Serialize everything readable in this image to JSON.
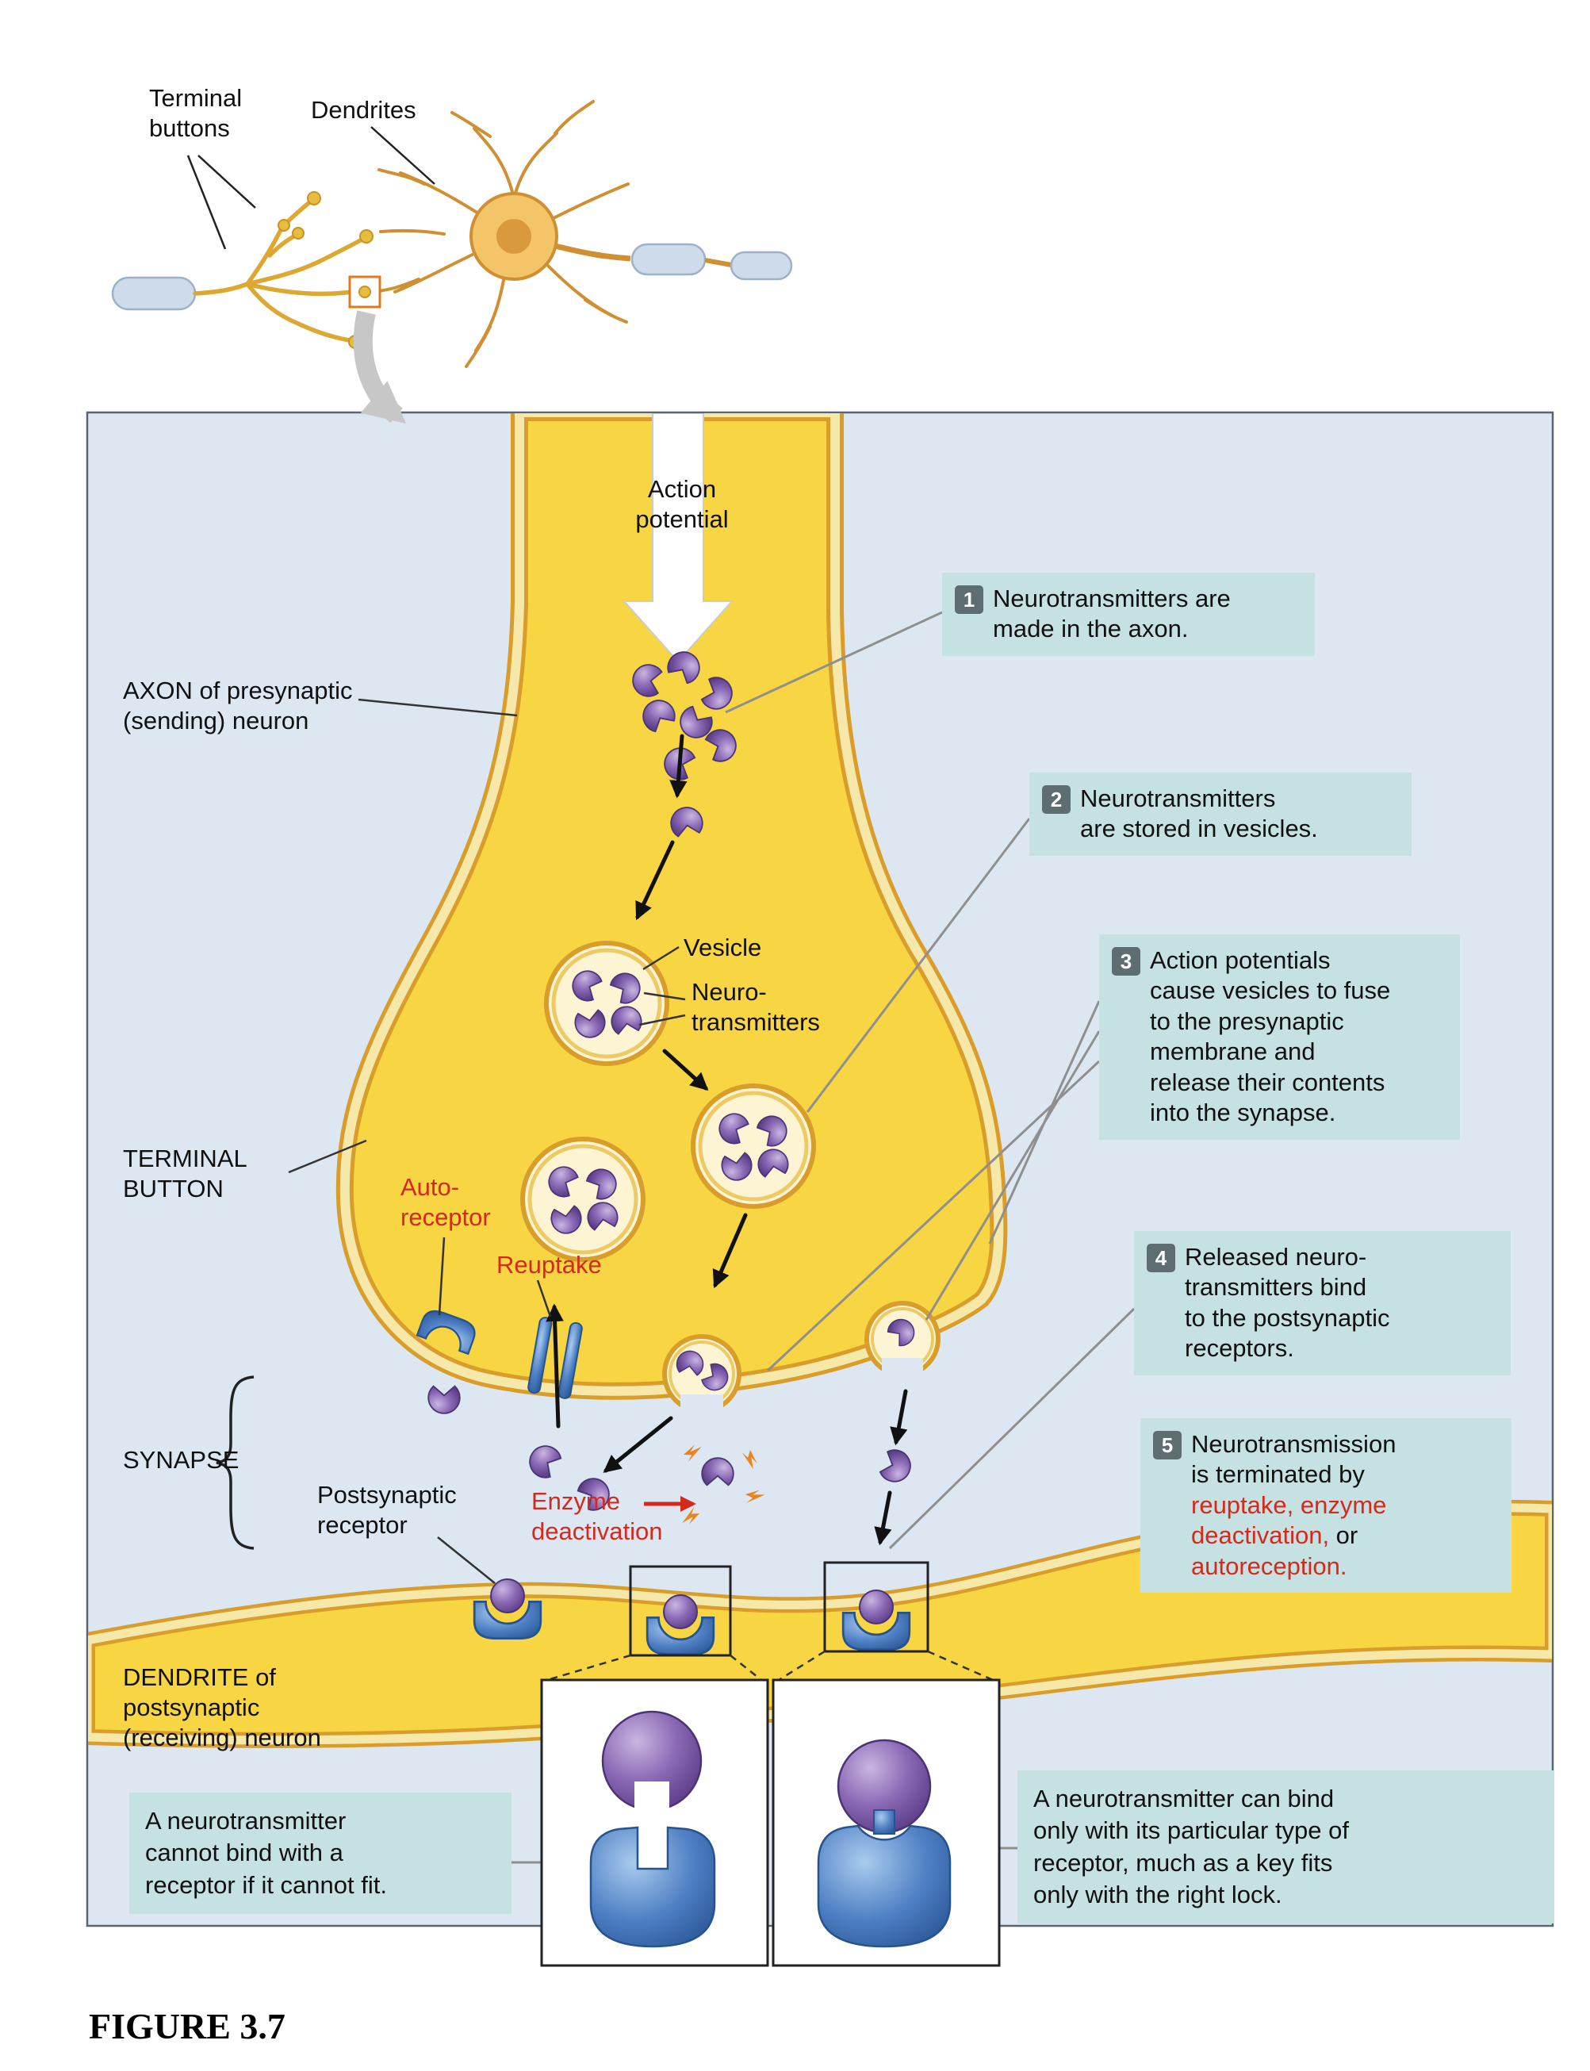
{
  "figure_caption": "FIGURE 3.7",
  "top": {
    "terminal_buttons": "Terminal\nbuttons",
    "dendrites": "Dendrites"
  },
  "labels": {
    "action_potential": "Action\npotential",
    "axon": "AXON of presynaptic\n(sending) neuron",
    "terminal_button": "TERMINAL\nBUTTON",
    "autoreceptor": "Auto-\nreceptor",
    "reuptake": "Reuptake",
    "synapse": "SYNAPSE",
    "postsynaptic_receptor": "Postsynaptic\nreceptor",
    "enzyme_deactivation": "Enzyme\ndeactivation",
    "dendrite": "DENDRITE of\npostsynaptic\n(receiving) neuron",
    "vesicle": "Vesicle",
    "neurotransmitters": "Neuro-\ntransmitters"
  },
  "callouts": [
    {
      "number": "1",
      "text": "Neurotransmitters are\nmade in the axon."
    },
    {
      "number": "2",
      "text": "Neurotransmitters\nare stored in vesicles."
    },
    {
      "number": "3",
      "text": "Action potentials\ncause vesicles to fuse\nto the presynaptic\nmembrane and\nrelease their contents\ninto the synapse."
    },
    {
      "number": "4",
      "text": "Released neuro-\ntransmitters bind\nto the postsynaptic\nreceptors."
    },
    {
      "number": "5",
      "parts": [
        {
          "t": "Neurotransmission\nis terminated by\n"
        },
        {
          "t": "reuptake, enzyme\ndeactivation,",
          "red": true
        },
        {
          "t": " or\n"
        },
        {
          "t": "autoreception.",
          "red": true
        }
      ]
    }
  ],
  "notes": {
    "left": "A neurotransmitter\ncannot bind with a\nreceptor if it cannot fit.",
    "right": "A neurotransmitter can bind\nonly with its particular type of\nreceptor, much as a key fits\nonly with the right lock."
  },
  "colors": {
    "membrane_yellow": "#f8d542",
    "panel_blue": "#dde7f2",
    "callout_teal": "#c6e1e1",
    "neurotransmitter_purple": "#8a68b5",
    "receptor_blue": "#4f80c4",
    "accent_red": "#d42a1e"
  }
}
